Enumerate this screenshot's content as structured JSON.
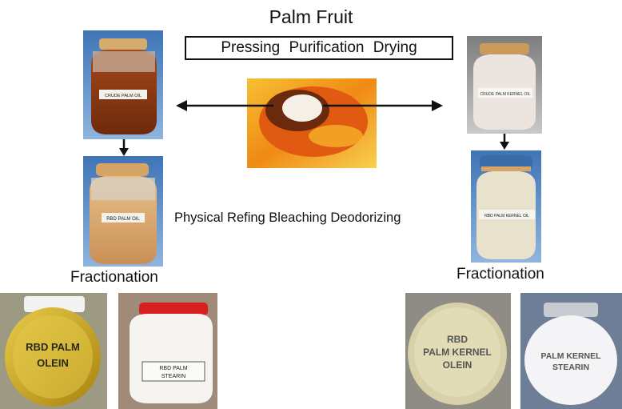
{
  "title": "Palm Fruit",
  "process_top": "Pressing  Purification  Drying",
  "process_middle": "Physical Refing Bleaching Deodorizing",
  "fractionation_left": "Fractionation",
  "fractionation_right": "Fractionation",
  "jars": {
    "crude_palm_oil": "CRUDE PALM OIL",
    "crude_palm_kernel_oil": "CRUDE PALM KERNEL OIL",
    "rbd_palm_oil": "RBD PALM OIL",
    "rbd_palm_kernel_oil": "RBD PALM KERNEL OIL",
    "rbd_palm_olein_1": "RBD PALM",
    "rbd_palm_olein_2": "OLEIN",
    "rbd_palm_stearin_1": "RBD PALM",
    "rbd_palm_stearin_2": "STEARIN",
    "rbd_pk_olein_1": "RBD",
    "rbd_pk_olein_2": "PALM KERNEL",
    "rbd_pk_olein_3": "OLEIN",
    "pk_stearin_1": "PALM KERNEL",
    "pk_stearin_2": "STEARIN"
  },
  "colors": {
    "crude_palm_oil": "#8a3a12",
    "rbd_palm_oil": "#d8a86a",
    "crude_kernel_oil": "#ece4de",
    "rbd_kernel_oil": "#e8e2cc",
    "olein": "#c9a42a",
    "stearin": "#f6f4f0"
  }
}
